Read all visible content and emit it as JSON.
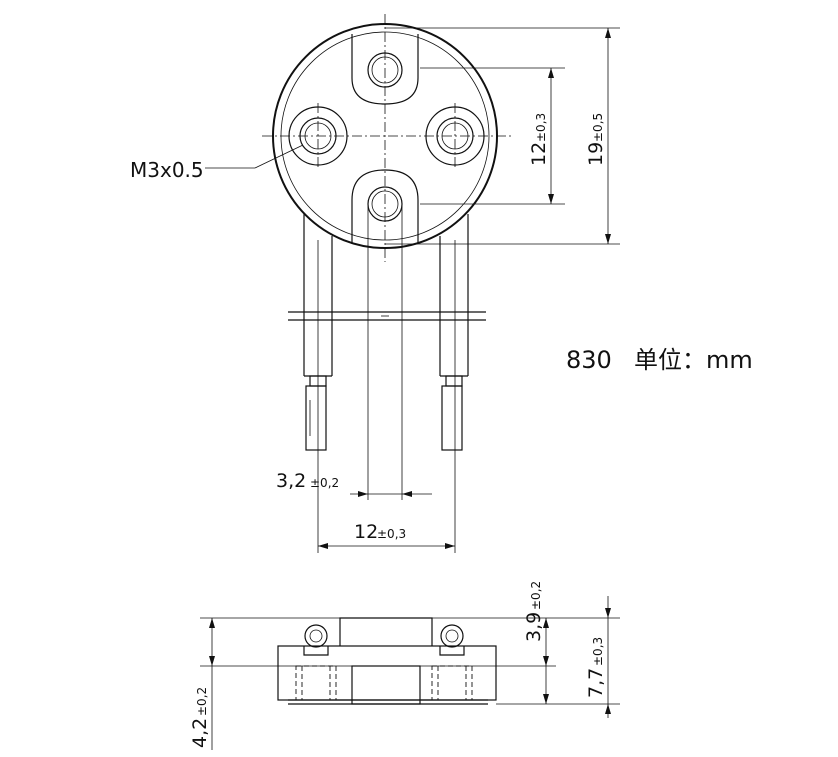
{
  "drawing": {
    "model": "830",
    "unit_label": "单位：mm",
    "thread_callout": "M3x0.5"
  },
  "dimensions": {
    "hole_spacing_v": {
      "value": "12",
      "tol": "±0,3"
    },
    "head_height": {
      "value": "19",
      "tol": "±0,5"
    },
    "pin_width": {
      "value": "3,2",
      "tol": "±0,2"
    },
    "pin_spacing": {
      "value": "12",
      "tol": "±0,3"
    },
    "side_top": {
      "value": "3,9",
      "tol": "±0,2"
    },
    "side_total": {
      "value": "7,7",
      "tol": "±0,3"
    },
    "side_base": {
      "value": "4,2",
      "tol": "±0,2"
    }
  }
}
